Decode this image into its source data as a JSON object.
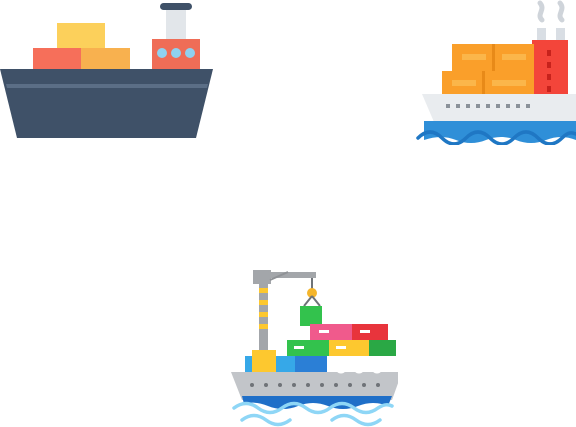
{
  "illustrations": [
    {
      "name": "cargo-ship-icon",
      "kind": "flat cargo ship with stacked containers"
    },
    {
      "name": "cruise-ship-icon",
      "kind": "orange container ship on waves with smoke"
    },
    {
      "name": "container-ship-crane-icon",
      "kind": "container ship with crane lifting a container"
    }
  ],
  "colors": {
    "hull_dark": "#3f5168",
    "hull_dark_stripe": "#5b6e86",
    "container_yellow": "#fcd05b",
    "container_red": "#f66f5a",
    "container_orange": "#f8b14f",
    "cabin_red": "#ef6d57",
    "window_blue": "#8fd2f0",
    "funnel_grey": "#d9dee4",
    "orange_main": "#fa9f2a",
    "orange_light": "#fbb64a",
    "red_tower": "#f3453a",
    "hull_white": "#e9ecef",
    "wave_blue": "#2f8fd8",
    "smoke_grey": "#cfd4da",
    "grey_hull": "#c2c5c9",
    "crane_grey": "#a3a6aa",
    "green": "#33c24d",
    "pink": "#f05a8c",
    "blue": "#2b7fd6",
    "yellow": "#fdc82f",
    "water_light": "#8ed6f6"
  }
}
